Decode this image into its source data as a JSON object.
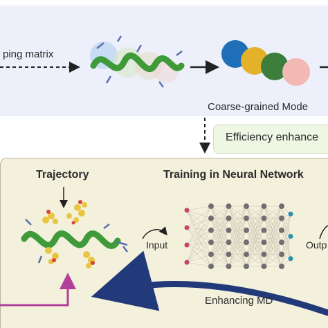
{
  "top": {
    "mapping_label": "ping matrix",
    "cg_label": "Coarse-grained Mode"
  },
  "efficiency_label": "Efficiency enhance",
  "bottom": {
    "trajectory_title": "Trajectory",
    "nn_title": "Training in Neural Network",
    "input_label": "Input",
    "output_label": "Outp",
    "enhancing_label": "Enhancing MD"
  },
  "colors": {
    "top_bg": "#edf0fa",
    "bottom_bg": "#f3f0dc",
    "efficiency_bg": "#eef6e4",
    "bead_blue": "#1f6fb8",
    "bead_yellow": "#e3b22a",
    "bead_green": "#3c7d3c",
    "bead_pink": "#f2b8b4",
    "input_node": "#c4466a",
    "output_node": "#2f8fb0",
    "hidden_node": "#6f6f6f",
    "feedback_arrow": "#233a7a",
    "magenta_line": "#b0409a"
  },
  "network": {
    "input_nodes": 4,
    "hidden_layers": 5,
    "hidden_nodes": 6,
    "output_nodes": 3
  }
}
